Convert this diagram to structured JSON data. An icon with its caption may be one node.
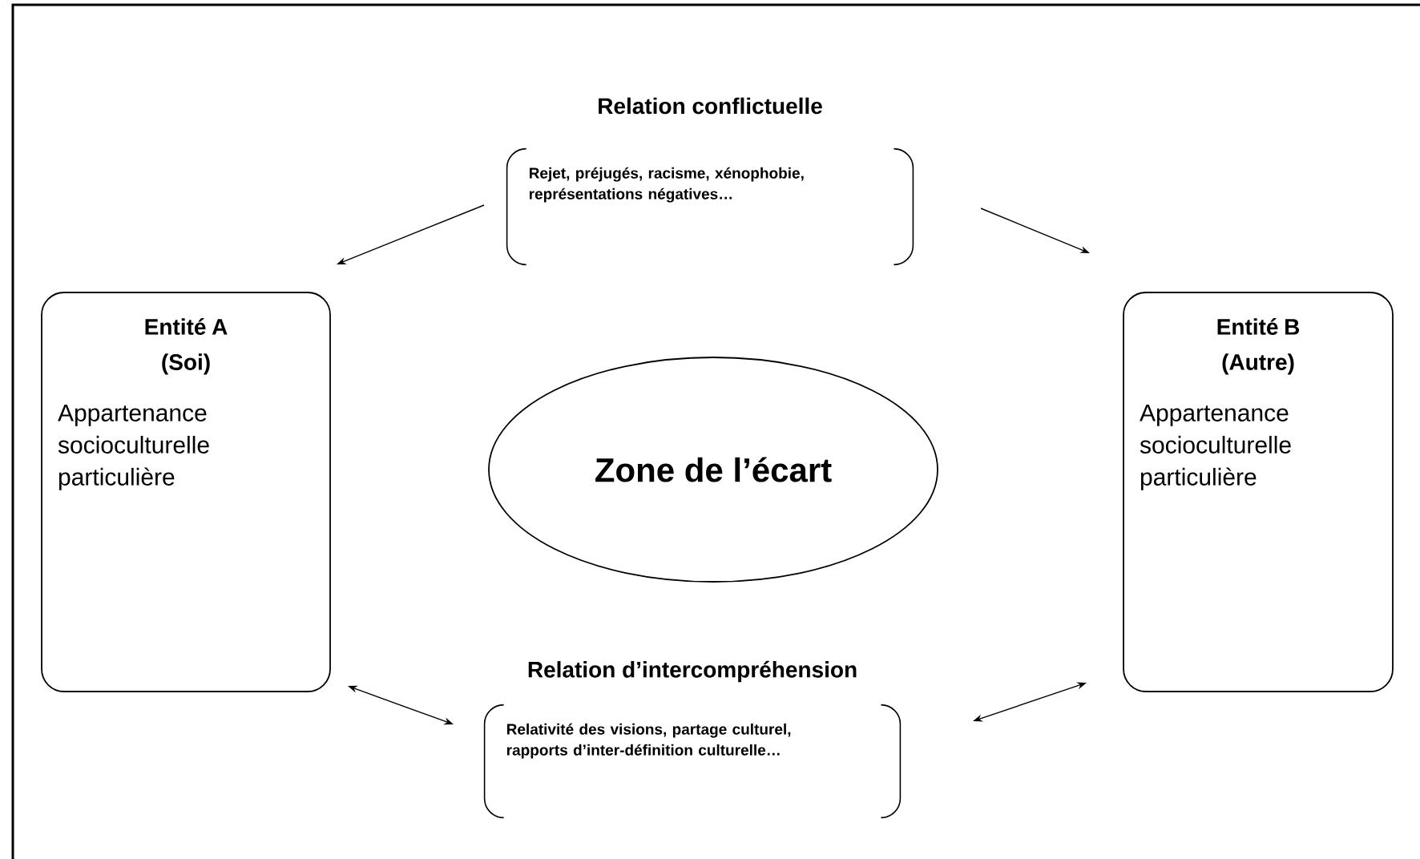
{
  "diagram": {
    "nodes": [
      {
        "text": [
          "Entité A",
          "(Soi)",
          "Appartenance socioculturelle particulière"
        ]
      },
      {
        "text": [
          "Entité B",
          "(Autre)",
          "Appartenance socioculturelle particulière"
        ]
      },
      {
        "text": [
          "Zone de l’écart"
        ]
      },
      {
        "text": [
          "Relation conflictuelle",
          "Rejet, préjugés, racisme, xénophobie, représentations négatives…"
        ]
      },
      {
        "text": [
          "Relation d’intercompréhension",
          "Relativité des visions, partage culturel, rapports d’inter-définition culturelle…"
        ]
      }
    ],
    "edges": [
      {
        "from": 3,
        "to": 0,
        "arrow": "to"
      },
      {
        "from": 3,
        "to": 1,
        "arrow": "to"
      },
      {
        "from": 4,
        "to": 0,
        "arrow": "both"
      },
      {
        "from": 4,
        "to": 1,
        "arrow": "both"
      }
    ]
  }
}
